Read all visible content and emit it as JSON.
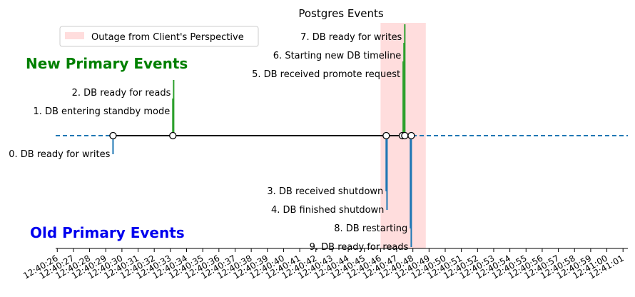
{
  "chart_data": {
    "type": "timeline",
    "title": "Postgres Events",
    "x_ticks": [
      "12:40:26",
      "12:40:27",
      "12:40:28",
      "12:40:29",
      "12:40:30",
      "12:40:31",
      "12:40:32",
      "12:40:33",
      "12:40:34",
      "12:40:35",
      "12:40:36",
      "12:40:37",
      "12:40:38",
      "12:40:39",
      "12:40:40",
      "12:40:41",
      "12:40:42",
      "12:40:43",
      "12:40:44",
      "12:40:45",
      "12:40:46",
      "12:40:47",
      "12:40:48",
      "12:40:49",
      "12:40:50",
      "12:40:51",
      "12:40:52",
      "12:40:53",
      "12:40:54",
      "12:40:55",
      "12:40:56",
      "12:40:57",
      "12:40:58",
      "12:40:59",
      "12:41:00",
      "12:41:01"
    ],
    "xlim": [
      "12:40:25.9",
      "12:41:01.3"
    ],
    "outage": {
      "start": "12:40:46.0",
      "end": "12:40:48.8",
      "label": "Outage from Client's Perspective",
      "color": "#ffdddd"
    },
    "legend_position": "upper left",
    "new_primary_label": "New Primary Events",
    "old_primary_label": "Old Primary Events",
    "new_primary_color": "#008000",
    "old_primary_color": "#0000ee",
    "event_line_color": "#000000",
    "baseline_color": "#1f77b4",
    "events": [
      {
        "label": "0. DB ready for writes",
        "time": "12:40:29.45",
        "side": "old",
        "stem": 1,
        "color": "#1f77b4"
      },
      {
        "label": "1. DB entering standby mode",
        "time": "12:40:33.15",
        "side": "new",
        "stem": 1,
        "color": "#2ca02c"
      },
      {
        "label": "2. DB ready for reads",
        "time": "12:40:33.2",
        "side": "new",
        "stem": 2,
        "color": "#2ca02c"
      },
      {
        "label": "3. DB received shutdown",
        "time": "12:40:46.35",
        "side": "old",
        "stem": 3,
        "color": "#1f77b4"
      },
      {
        "label": "4. DB finished shutdown",
        "time": "12:40:46.4",
        "side": "old",
        "stem": 4,
        "color": "#1f77b4"
      },
      {
        "label": "5. DB received promote request",
        "time": "12:40:47.4",
        "side": "new",
        "stem": 3,
        "color": "#2ca02c"
      },
      {
        "label": "6. Starting new DB timeline",
        "time": "12:40:47.45",
        "side": "new",
        "stem": 4,
        "color": "#2ca02c"
      },
      {
        "label": "7. DB ready for writes",
        "time": "12:40:47.5",
        "side": "new",
        "stem": 5,
        "color": "#2ca02c"
      },
      {
        "label": "8. DB restarting",
        "time": "12:40:47.85",
        "side": "old",
        "stem": 5,
        "color": "#1f77b4"
      },
      {
        "label": "9. DB ready for reads",
        "time": "12:40:47.9",
        "side": "old",
        "stem": 6,
        "color": "#1f77b4"
      }
    ],
    "markers": [
      "12:40:29.45",
      "12:40:33.15",
      "12:40:46.35",
      "12:40:47.35",
      "12:40:47.5",
      "12:40:47.9"
    ]
  }
}
